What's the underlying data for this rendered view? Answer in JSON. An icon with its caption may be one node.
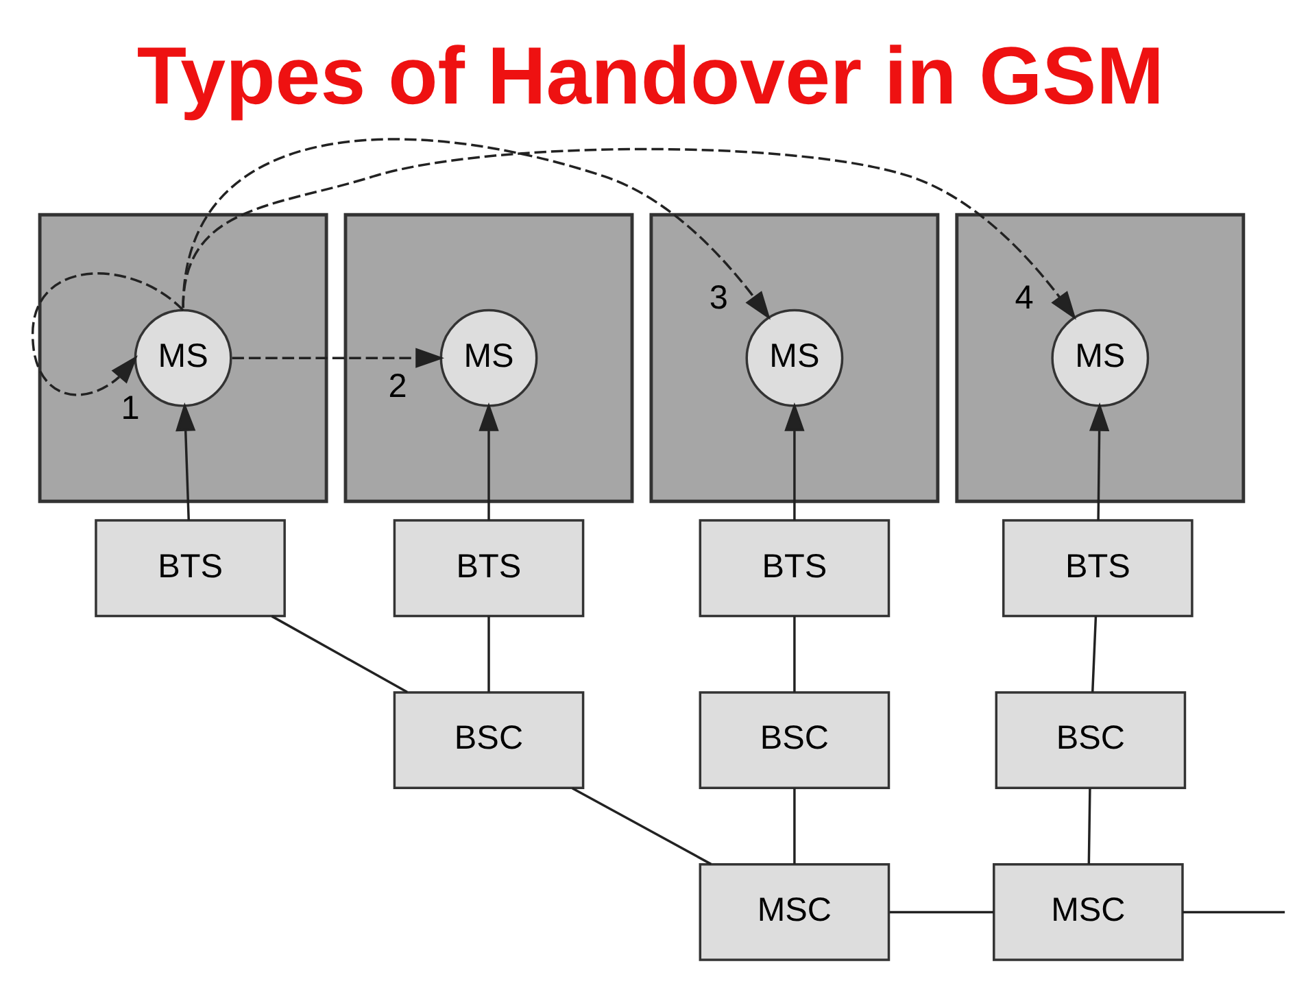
{
  "diagram": {
    "title": "Types of Handover in GSM",
    "nodes": [
      {
        "text": [],
        "shape": "hexagon"
      },
      {
        "text": [
          "MS"
        ],
        "in": 0
      },
      {
        "text": [],
        "shape": "hexagon"
      },
      {
        "text": [
          "MS"
        ],
        "in": 2
      },
      {
        "text": [],
        "shape": "hexagon"
      },
      {
        "text": [
          "MS"
        ],
        "in": 4
      },
      {
        "text": [],
        "shape": "hexagon"
      },
      {
        "text": [
          "MS"
        ],
        "in": 6
      },
      {
        "text": [
          "BTS"
        ]
      },
      {
        "text": [
          "BTS"
        ]
      },
      {
        "text": [
          "BTS"
        ]
      },
      {
        "text": [
          "BTS"
        ]
      },
      {
        "text": [
          "BSC"
        ]
      },
      {
        "text": [
          "BSC"
        ]
      },
      {
        "text": [
          "BSC"
        ]
      },
      {
        "text": [
          "MSC"
        ]
      },
      {
        "text": [
          "MSC"
        ]
      }
    ],
    "edges": [
      {
        "from": 1,
        "to": 1,
        "arrow": "to",
        "style": "dashed",
        "label": "1"
      },
      {
        "from": 1,
        "to": 3,
        "arrow": "to",
        "style": "dashed",
        "label": "2"
      },
      {
        "from": 1,
        "to": 5,
        "arrow": "to",
        "style": "dashed",
        "label": "3"
      },
      {
        "from": 1,
        "to": 7,
        "arrow": "to",
        "style": "dashed",
        "label": "4"
      },
      {
        "from": 8,
        "to": 1,
        "arrow": "to"
      },
      {
        "from": 9,
        "to": 3,
        "arrow": "to"
      },
      {
        "from": 10,
        "to": 5,
        "arrow": "to"
      },
      {
        "from": 11,
        "to": 7,
        "arrow": "to"
      },
      {
        "from": 8,
        "to": 12,
        "arrow": "none"
      },
      {
        "from": 9,
        "to": 12,
        "arrow": "none"
      },
      {
        "from": 10,
        "to": 13,
        "arrow": "none"
      },
      {
        "from": 11,
        "to": 14,
        "arrow": "none"
      },
      {
        "from": 12,
        "to": 15,
        "arrow": "none"
      },
      {
        "from": 13,
        "to": 15,
        "arrow": "none"
      },
      {
        "from": 14,
        "to": 16,
        "arrow": "none"
      },
      {
        "from": 15,
        "to": 16,
        "arrow": "none"
      },
      {
        "from": 16,
        "to": null,
        "arrow": "none"
      }
    ]
  }
}
